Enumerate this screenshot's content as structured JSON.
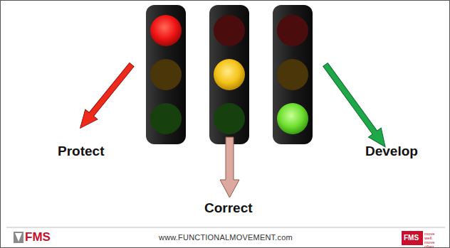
{
  "diagram": {
    "labels": [
      "Protect",
      "Correct",
      "Develop",
      "FMS",
      "www.FUNCTIONALMOVEMENT.com",
      "FMS",
      "move well. move often"
    ]
  }
}
